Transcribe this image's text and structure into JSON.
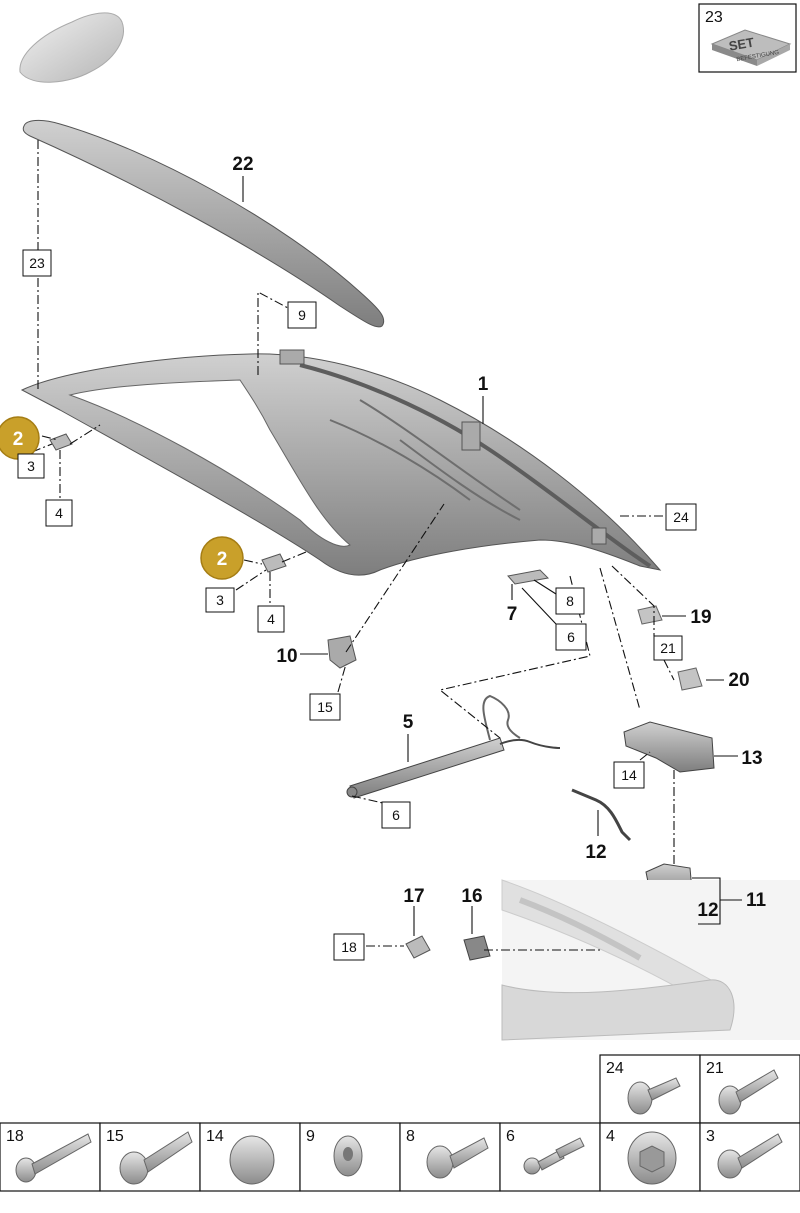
{
  "car_icon": "car-silhouette-icon",
  "set_box": {
    "number": "23",
    "badge_main": "SET",
    "badge_sub": "BEFESTIGUNG"
  },
  "callouts": {
    "c1": "1",
    "c2a": "2",
    "c2b": "2",
    "c3a": "3",
    "c3b": "3",
    "c4a": "4",
    "c4b": "4",
    "c5": "5",
    "c6a": "6",
    "c6b": "6",
    "c7": "7",
    "c8": "8",
    "c9": "9",
    "c10": "10",
    "c11": "11",
    "c12a": "12",
    "c12b": "12",
    "c13": "13",
    "c14": "14",
    "c15": "15",
    "c16": "16",
    "c17": "17",
    "c18": "18",
    "c19": "19",
    "c20": "20",
    "c21": "21",
    "c22": "22",
    "c23": "23",
    "c24": "24"
  },
  "colors": {
    "gold_badge": "#c9a02a",
    "part_gray": "#9a9a9a",
    "line": "#111111"
  },
  "fastener_table": {
    "top_row": [
      {
        "number": "24",
        "icon": "bolt-flange-icon"
      },
      {
        "number": "21",
        "icon": "bolt-icon"
      }
    ],
    "bottom_row": [
      {
        "number": "18",
        "icon": "screw-long-icon"
      },
      {
        "number": "15",
        "icon": "torx-bolt-icon"
      },
      {
        "number": "14",
        "icon": "rivet-cap-icon"
      },
      {
        "number": "9",
        "icon": "nut-cap-icon"
      },
      {
        "number": "8",
        "icon": "bolt-short-icon"
      },
      {
        "number": "6",
        "icon": "ball-stud-icon"
      },
      {
        "number": "4",
        "icon": "hex-nut-icon"
      },
      {
        "number": "3",
        "icon": "bolt-icon"
      }
    ]
  }
}
